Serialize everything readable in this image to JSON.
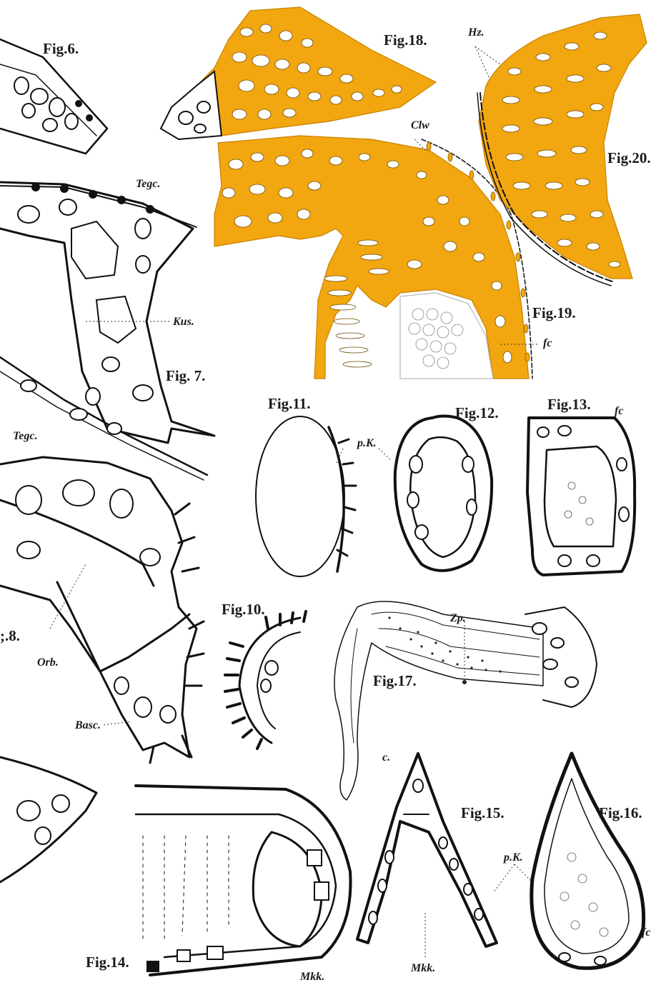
{
  "figures": {
    "fig6": "Fig.6.",
    "fig7": "Fig. 7.",
    "fig8": ";.8.",
    "fig10": "Fig.10.",
    "fig11": "Fig.11.",
    "fig12": "Fig.12.",
    "fig13": "Fig.13.",
    "fig14": "Fig.14.",
    "fig15": "Fig.15.",
    "fig16": "Fig.16.",
    "fig17": "Fig.17.",
    "fig18": "Fig.18.",
    "fig19": "Fig.19.",
    "fig20": "Fig.20."
  },
  "labels": {
    "tegc_top": "Tegc.",
    "kus": "Kus.",
    "tegc_left": "Tegc.",
    "orb": "Orb.",
    "basc": "Basc.",
    "pk_top": "p.K.",
    "fc_13": "fc",
    "zp": "Zp.",
    "c": "c.",
    "pk_bottom": "p.K.",
    "fc_16": "fc",
    "mkk_15": "Mkk.",
    "mkk_14": "Mkk.",
    "clw": "Clw",
    "hz": "Hz.",
    "fc_19": "fc"
  },
  "colors": {
    "bone_orange": "#f2a60f",
    "ink": "#111111",
    "paper": "#ffffff"
  }
}
